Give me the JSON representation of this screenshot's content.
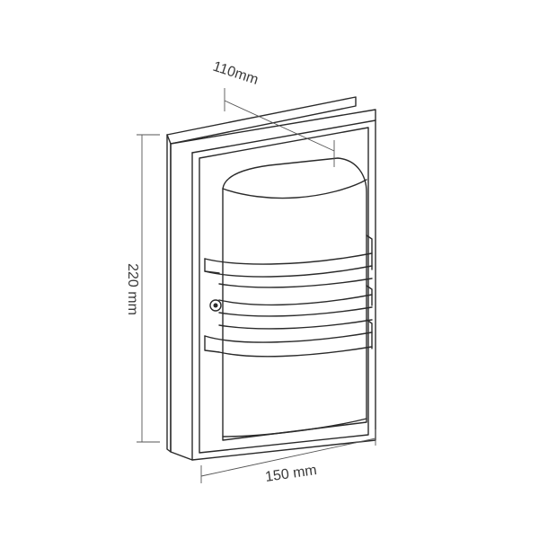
{
  "dimensions": {
    "depth_label": "110mm",
    "height_label": "220 mm",
    "width_label": "150 mm"
  },
  "colors": {
    "line": "#2a2a2a",
    "dimension_line": "#555555",
    "background": "#ffffff"
  }
}
